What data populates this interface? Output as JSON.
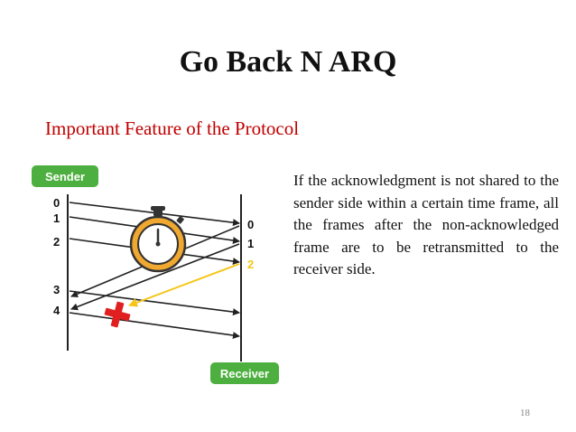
{
  "slide": {
    "title": "Go Back N ARQ",
    "subtitle": "Important Feature of the Protocol",
    "body": "If the acknowledgment is not shared to the sender side within a certain time frame, all the frames after the non-acknowledged frame are to be retransmitted to the receiver side.",
    "page_number": "18"
  },
  "diagram": {
    "sender_label": "Sender",
    "receiver_label": "Receiver",
    "sender_numbers": [
      "0",
      "1",
      "2",
      "3",
      "4"
    ],
    "receiver_numbers": [
      "0",
      "1",
      "2"
    ],
    "colors": {
      "badge_green": "#4caf3f",
      "timer_orange": "#f0a830",
      "ack_yellow": "#f5c518",
      "cross_red": "#e02020",
      "lines": "#222222"
    },
    "icons": [
      "stopwatch-icon",
      "red-cross-icon"
    ]
  }
}
